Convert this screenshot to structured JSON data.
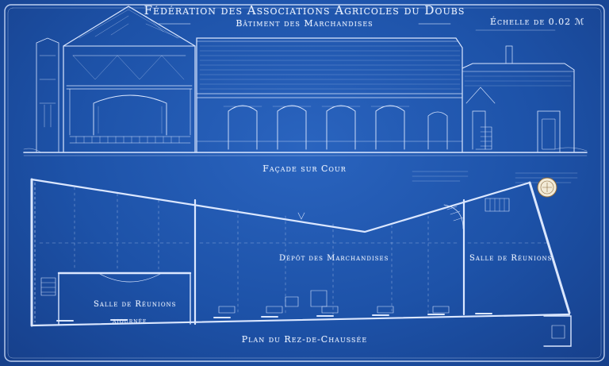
{
  "title": "Fédération des Associations Agricoles du Doubs",
  "subtitle": "Bâtiment des Marchandises",
  "scale": "Échelle de 0.02 ℳ",
  "elevation": {
    "label": "Façade sur Cour"
  },
  "plan": {
    "label": "Plan du Rez-de-Chaussée",
    "rooms": {
      "depot": "Dépôt des Marchandises",
      "salle_right": "Salle de Réunions",
      "salle_left": "Salle de Réunions",
      "salle_left_note": "ajournée"
    }
  },
  "stamp": {
    "icon": "official-seal-icon"
  },
  "colors": {
    "paper": "#1d52a8",
    "ink": "#e6efff"
  }
}
